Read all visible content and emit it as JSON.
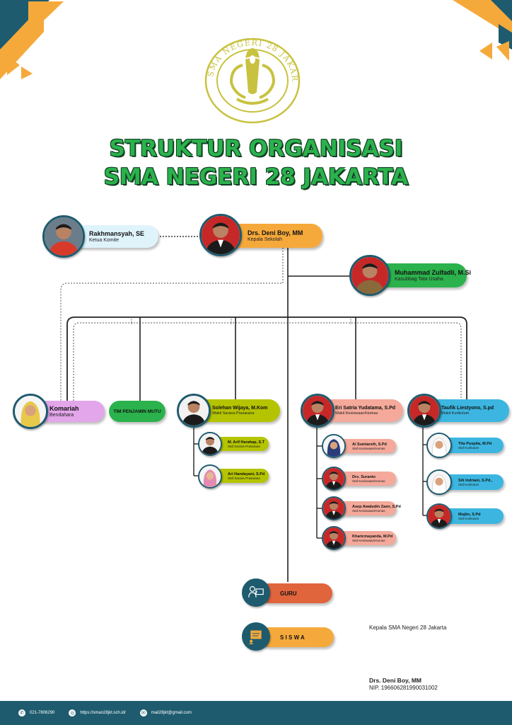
{
  "header": {
    "title_line1": "STRUKTUR ORGANISASI",
    "title_line2": "SMA NEGERI 28 JAKARTA",
    "logo_text": "SMA NEGERI 28 JAKARTA"
  },
  "nodes": {
    "komite": {
      "name": "Rakhmansyah, SE",
      "role": "Ketua Komite"
    },
    "kepsek": {
      "name": "Drs. Deni Boy, MM",
      "role": "Kepala Sekolah"
    },
    "kasubbag": {
      "name": "Muhammad Zulfadli, M.Si",
      "role": "Kasubbag Tata Usaha"
    },
    "bendahara": {
      "name": "Komariah",
      "role": "Bendahara"
    },
    "mutu": {
      "name": "TIM PENJAMIN MUTU"
    },
    "sarpras": {
      "name": "Solehan Wijaya, M.Kom",
      "role": "Wakil Sarana Prasarana"
    },
    "kesiswaan": {
      "name": "Eri Satria Yudatama, S.Pd",
      "role": "Wakil Kesiswaan/Humas"
    },
    "kurikulum": {
      "name": "Taufik Liestyono, S.pd",
      "role": "Wakil Kurikulum"
    },
    "guru": {
      "name": "GURU"
    },
    "siswa": {
      "name": "S I S W A"
    }
  },
  "staff_sarpras": [
    {
      "name": "M. Arif Harahap, S.T",
      "role": "Staf Sarana Prasarana"
    },
    {
      "name": "Ari Handayani, S.Pd",
      "role": "Staf Sarana Prasarana"
    }
  ],
  "staff_kesiswaan": [
    {
      "name": "Ai Sumiarsih, S.Pd",
      "role": "Staf Kesiswaan/Humas"
    },
    {
      "name": "Drs. Suranto",
      "role": "Staf Kesiswaan/Humas"
    },
    {
      "name": "Asep Awaludin Zaen, S.Pd",
      "role": "Staf Kesiswaan/Humas"
    },
    {
      "name": "Kharicmayanda, M.Pd",
      "role": "Staf Kesiswaan/Humas"
    }
  ],
  "staff_kurikulum": [
    {
      "name": "Tita Puspita, M.Pd",
      "role": "Staf Kurikulum"
    },
    {
      "name": "Siti Indriani, S.Pd.,",
      "role": "Staf Kurikulum"
    },
    {
      "name": "Mujito, S.Pd",
      "role": "Staf Kurikulum"
    }
  ],
  "signature": {
    "caption": "Kepala SMA Negeri 28 Jakarta",
    "name": "Drs. Deni Boy, MM",
    "nip": "NIP. 196606281990031002"
  },
  "footer": {
    "phone": "021-7806290",
    "website": "https://sman28jkt.sch.id/",
    "email": "mail28jkt@gmail.com"
  },
  "colors": {
    "teal": "#1e5b6e",
    "orange": "#f6a93b",
    "green": "#2bb24c",
    "pink": "#f4a99a",
    "lilac": "#e3a6ea",
    "olive": "#b5c400",
    "sky": "#3cb6e0",
    "brick": "#e0643c",
    "komite": "#dff3fb"
  }
}
